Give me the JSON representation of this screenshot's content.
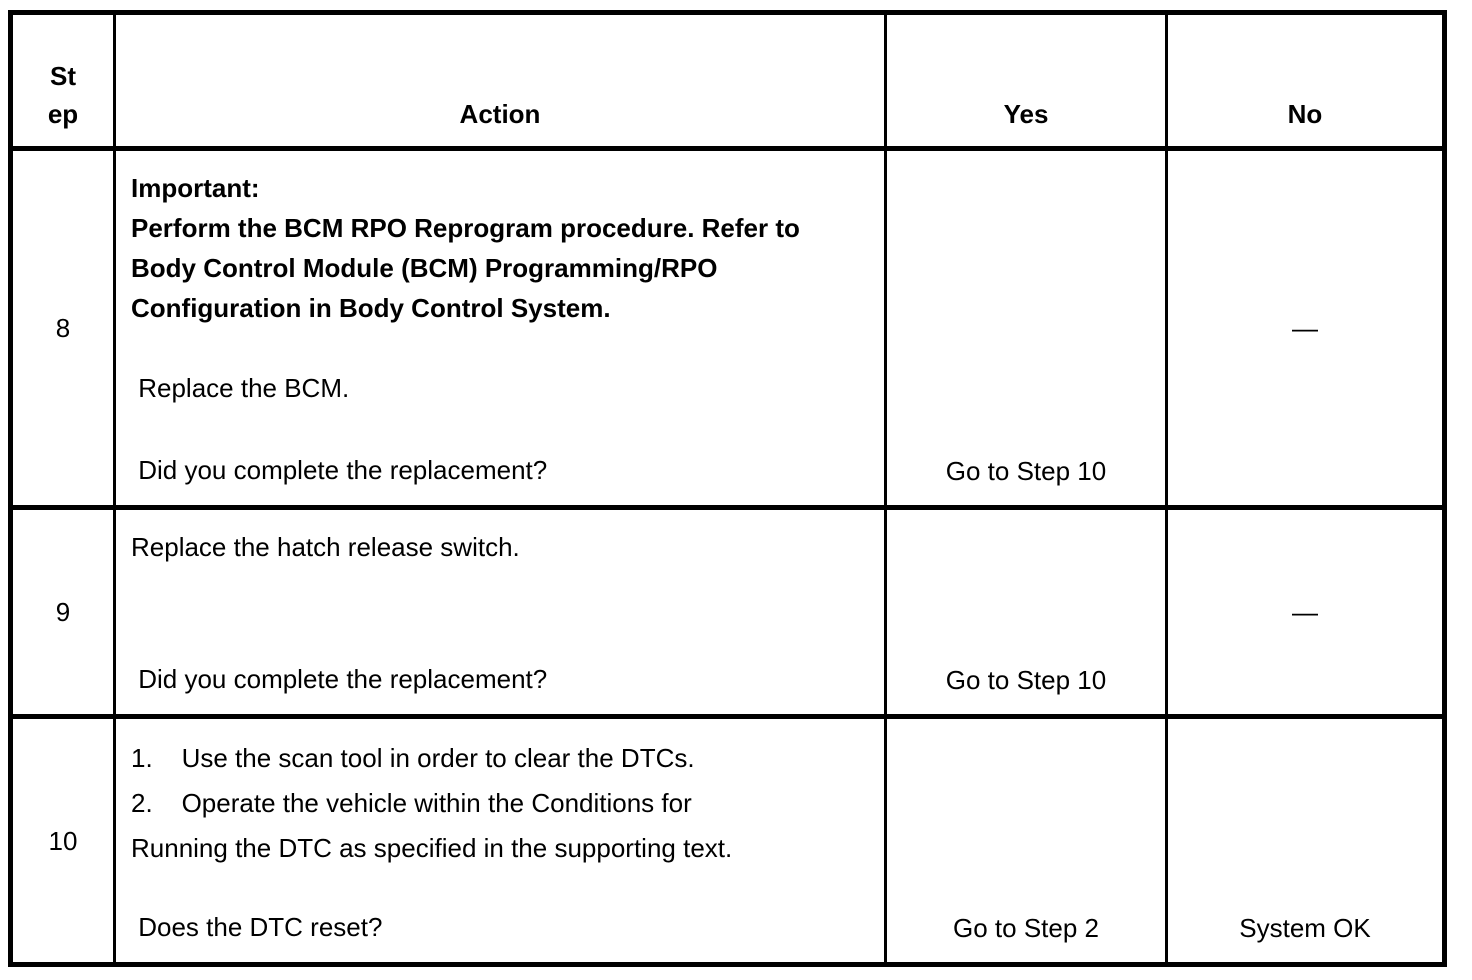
{
  "table": {
    "header": {
      "step_lines": [
        "St",
        "ep"
      ],
      "action": "Action",
      "yes": "Yes",
      "no": "No"
    },
    "rows": [
      {
        "step": "8",
        "bold_lines": [
          "Important:",
          "Perform the BCM RPO Reprogram procedure. Refer to",
          "Body Control Module (BCM) Programming/RPO",
          "Configuration in Body Control System."
        ],
        "body_lines": [
          " Replace the BCM."
        ],
        "question": " Did you complete the replacement?",
        "yes": "Go to Step 10",
        "no": "—"
      },
      {
        "step": "9",
        "body_lines": [
          "Replace the hatch release switch."
        ],
        "question": " Did you complete the replacement?",
        "yes": "Go to Step 10",
        "no": "—"
      },
      {
        "step": "10",
        "body_lines": [
          "1.    Use the scan tool in order to clear the DTCs.",
          "2.    Operate the vehicle within the Conditions for",
          "Running the DTC as specified in the supporting text."
        ],
        "question": " Does the DTC reset?",
        "yes": "Go to Step 2",
        "no": "System OK"
      }
    ]
  }
}
